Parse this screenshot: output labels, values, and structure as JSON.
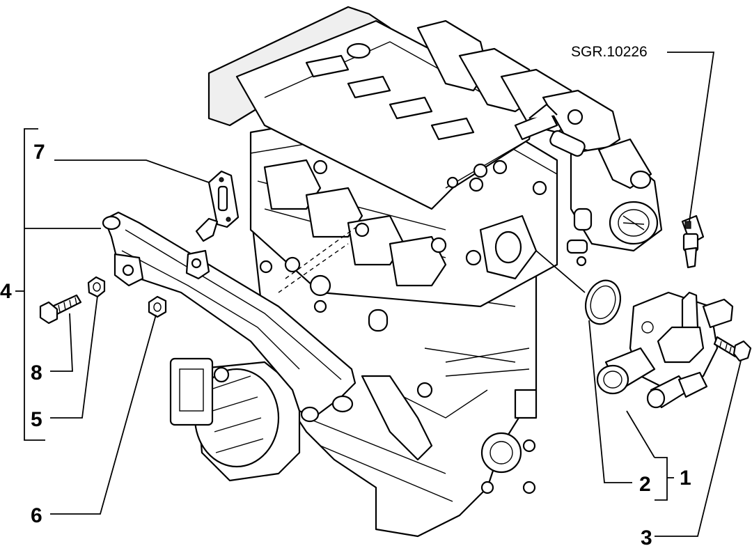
{
  "reference_code": "SGR.10226",
  "callouts": {
    "c1": "1",
    "c2": "2",
    "c3": "3",
    "c4": "4",
    "c5": "5",
    "c6": "6",
    "c7": "7",
    "c8": "8"
  }
}
